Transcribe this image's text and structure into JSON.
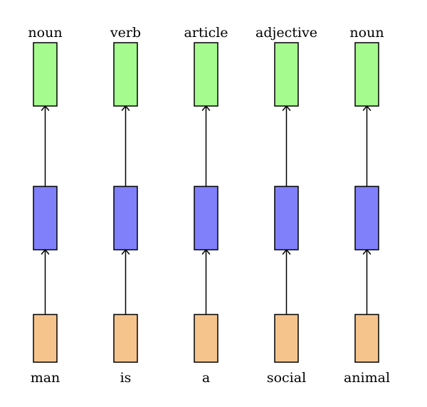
{
  "colors": {
    "output_fill": "#a6fb8f",
    "hidden_fill": "#8080fb",
    "input_fill": "#f5c48d",
    "stroke": "#000000"
  },
  "columns": [
    {
      "word": "man",
      "tag": "noun"
    },
    {
      "word": "is",
      "tag": "verb"
    },
    {
      "word": "a",
      "tag": "article"
    },
    {
      "word": "social",
      "tag": "adjective"
    },
    {
      "word": "animal",
      "tag": "noun"
    }
  ]
}
